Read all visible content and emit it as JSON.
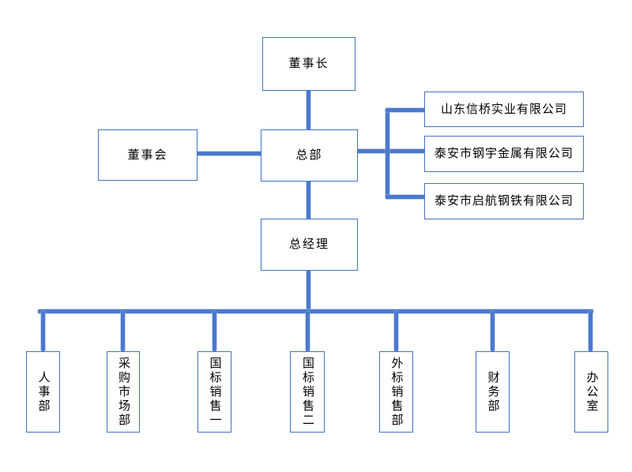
{
  "colors": {
    "box_border": "#4472c4",
    "connector": "#4b79cf",
    "text": "#000000",
    "background": "#ffffff"
  },
  "org": {
    "nodes": {
      "chairman": {
        "label": "董事长"
      },
      "board": {
        "label": "董事会"
      },
      "headquarters": {
        "label": "总部"
      },
      "company1": {
        "label": "山东信桥实业有限公司"
      },
      "company2": {
        "label": "泰安市钢宇金属有限公司"
      },
      "company3": {
        "label": "泰安市启航钢铁有限公司"
      },
      "general_manager": {
        "label": "总经理"
      },
      "dept1": {
        "label": "人事部"
      },
      "dept2": {
        "label": "采购市场部"
      },
      "dept3": {
        "label": "国标销售一"
      },
      "dept4": {
        "label": "国标销售二"
      },
      "dept5": {
        "label": "外标销售部"
      },
      "dept6": {
        "label": "财务部"
      },
      "dept7": {
        "label": "办公室"
      }
    },
    "edges": [
      {
        "from": "chairman",
        "to": "headquarters"
      },
      {
        "from": "board",
        "to": "headquarters"
      },
      {
        "from": "headquarters",
        "to": "company1"
      },
      {
        "from": "headquarters",
        "to": "company2"
      },
      {
        "from": "headquarters",
        "to": "company3"
      },
      {
        "from": "headquarters",
        "to": "general_manager"
      },
      {
        "from": "general_manager",
        "to": "dept1"
      },
      {
        "from": "general_manager",
        "to": "dept2"
      },
      {
        "from": "general_manager",
        "to": "dept3"
      },
      {
        "from": "general_manager",
        "to": "dept4"
      },
      {
        "from": "general_manager",
        "to": "dept5"
      },
      {
        "from": "general_manager",
        "to": "dept6"
      },
      {
        "from": "general_manager",
        "to": "dept7"
      }
    ]
  }
}
